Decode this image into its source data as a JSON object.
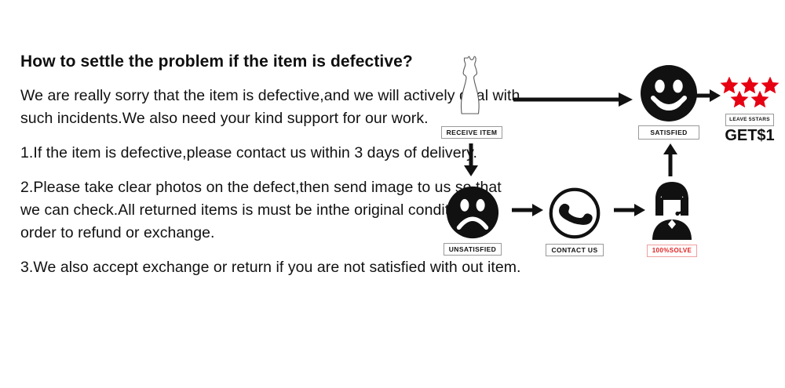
{
  "document": {
    "headline": "How to settle the problem if the item is defective?",
    "paragraphs": [
      "We are really sorry that the item is defective,and we will actively deal with such incidents.We also need your kind support for our work.",
      "1.If the item is defective,please contact us within 3 days of delivery.",
      "2.Please take clear photos on the defect,then send image to us so that we can check.All returned items is must be inthe original condition in order to refund or exchange.",
      "3.We also accept exchange or return if you are not satisfied with out item."
    ]
  },
  "flowchart": {
    "nodes": [
      {
        "id": "receive-item",
        "icon": "dress-icon",
        "label": "RECEIVE ITEM"
      },
      {
        "id": "satisfied",
        "icon": "smiley-happy-icon",
        "label": "SATISFIED"
      },
      {
        "id": "unsatisfied",
        "icon": "smiley-sad-icon",
        "label": "UNSATISFIED"
      },
      {
        "id": "contact-us",
        "icon": "phone-ring-icon",
        "label": "CONTACT US"
      },
      {
        "id": "support-agent",
        "icon": "support-agent-icon",
        "label": "100%SOLVE"
      }
    ],
    "reward": {
      "stars_icon": "five-stars-icon",
      "stars_count": 5,
      "stars_top_row": 3,
      "stars_bottom_row": 2,
      "label": "LEAVE 5STARS",
      "amount_text": "GET$1"
    },
    "arrows": [
      {
        "id": "receive-to-satisfied",
        "direction": "right"
      },
      {
        "id": "satisfied-to-stars",
        "direction": "right"
      },
      {
        "id": "receive-to-unsatisfied",
        "direction": "down"
      },
      {
        "id": "unsatisfied-to-contact",
        "direction": "right"
      },
      {
        "id": "contact-to-agent",
        "direction": "right"
      },
      {
        "id": "agent-to-satisfied",
        "direction": "up"
      }
    ]
  },
  "colors": {
    "ink": "#111111",
    "star_red": "#e60012",
    "accent_red": "#e02020",
    "caption_border": "#9a9a9a",
    "background": "#ffffff"
  }
}
